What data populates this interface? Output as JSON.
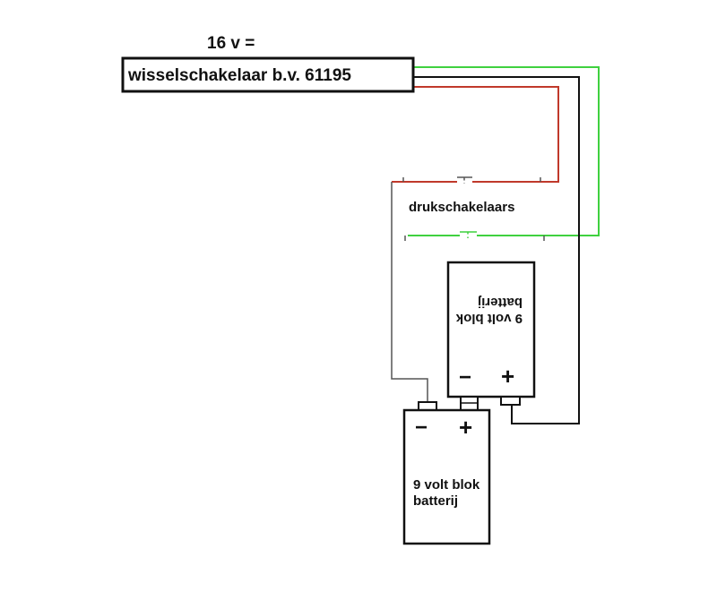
{
  "voltage_label": "16 v =",
  "switch_box_label": "wisselschakelaar b.v. 61195",
  "push_buttons_label": "drukschakelaars",
  "battery_top": {
    "line1": "9 volt blok",
    "line2": "batterij",
    "minus": "−",
    "plus": "+"
  },
  "battery_bottom": {
    "line1": "9 volt blok",
    "line2": "batterij",
    "minus": "−",
    "plus": "+"
  },
  "colors": {
    "red_wire": "#c0392b",
    "green_wire": "#3fd13f",
    "black_wire": "#111111",
    "gray_wire": "#555555"
  }
}
